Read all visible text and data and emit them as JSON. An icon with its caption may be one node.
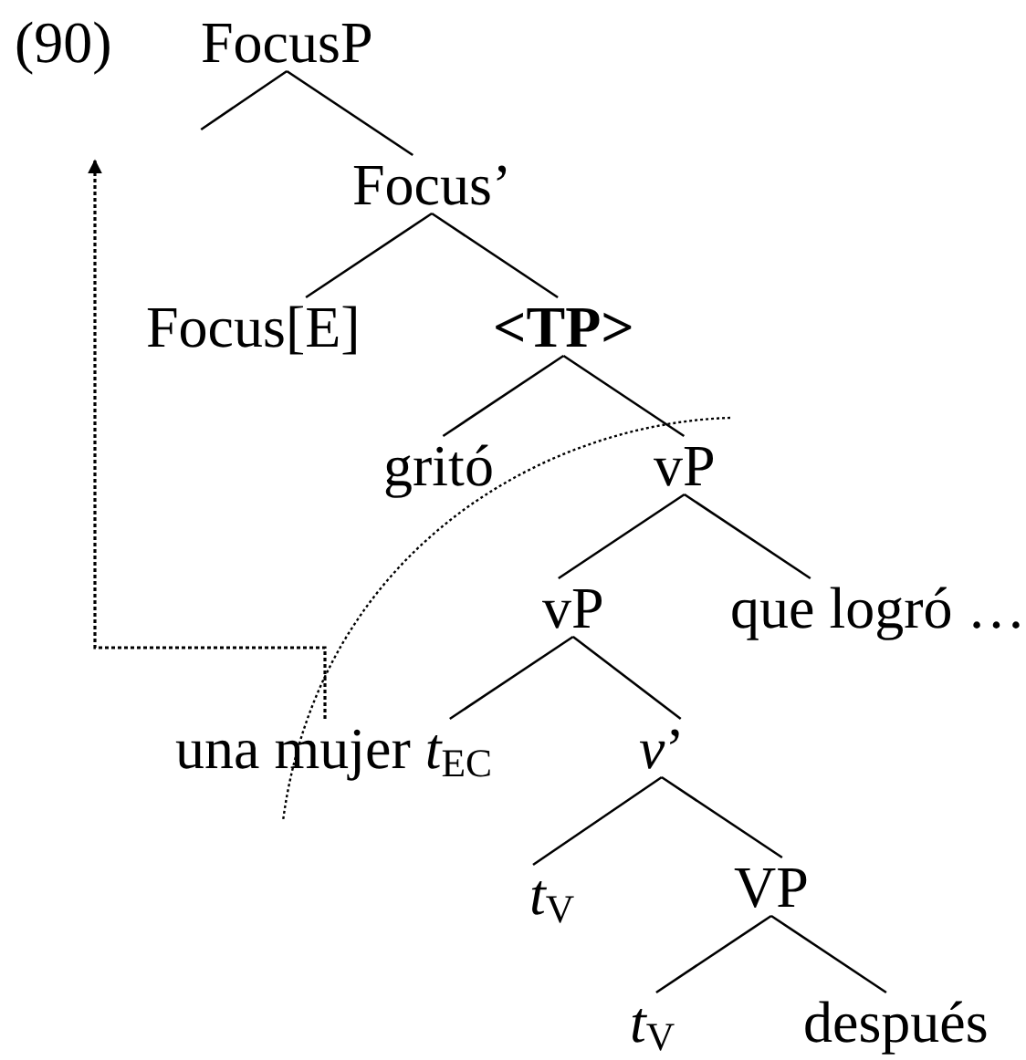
{
  "diagram": {
    "nodes": [
      {
        "text": [
          "FocusP"
        ]
      },
      {
        "text": [
          "Focus’"
        ]
      },
      {
        "text": [
          "Focus[E]"
        ]
      },
      {
        "text": [
          "<TP>"
        ]
      },
      {
        "text": [
          "gritó"
        ]
      },
      {
        "text": [
          "vP"
        ]
      },
      {
        "text": [
          "vP"
        ]
      },
      {
        "text": [
          "que logró …"
        ]
      },
      {
        "text": [
          "una mujer *t*$_{EC}$"
        ]
      },
      {
        "text": [
          "*v*’"
        ]
      },
      {
        "text": [
          "*t*$_{V}$"
        ]
      },
      {
        "text": [
          "VP"
        ]
      },
      {
        "text": [
          "*t*$_{V}$"
        ]
      },
      {
        "text": [
          "después"
        ]
      }
    ],
    "edges": [
      {
        "from": 0,
        "to": null,
        "arrow": "none"
      },
      {
        "from": 0,
        "to": 1,
        "arrow": "none"
      },
      {
        "from": 1,
        "to": 2,
        "arrow": "none"
      },
      {
        "from": 1,
        "to": 3,
        "arrow": "none"
      },
      {
        "from": 3,
        "to": 4,
        "arrow": "none"
      },
      {
        "from": 3,
        "to": 5,
        "arrow": "none"
      },
      {
        "from": 5,
        "to": 6,
        "arrow": "none"
      },
      {
        "from": 5,
        "to": 7,
        "arrow": "none"
      },
      {
        "from": 6,
        "to": 8,
        "arrow": "none"
      },
      {
        "from": 6,
        "to": 9,
        "arrow": "none"
      },
      {
        "from": 9,
        "to": 10,
        "arrow": "none"
      },
      {
        "from": 9,
        "to": 11,
        "arrow": "none"
      },
      {
        "from": 11,
        "to": 12,
        "arrow": "none"
      },
      {
        "from": 11,
        "to": 13,
        "arrow": "none"
      },
      {
        "from": 8,
        "to": null,
        "arrow": "to",
        "style": "dashed"
      }
    ],
    "labels": [
      "(90)"
    ]
  }
}
